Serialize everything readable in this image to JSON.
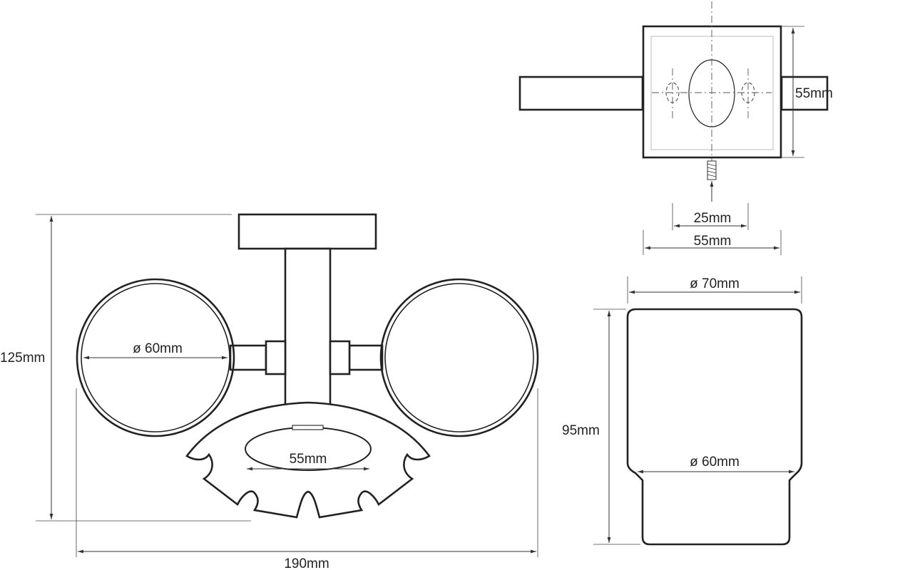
{
  "dimensions": {
    "mount_height": "55mm",
    "hole_spacing": "25mm",
    "mount_width": "55mm",
    "cup_top_diameter": "ø 70mm",
    "cup_height": "95mm",
    "cup_bottom_diameter": "ø 60mm",
    "ring_diameter": "ø 60mm",
    "soap_dish_width": "55mm",
    "total_height": "125mm",
    "total_width": "190mm"
  }
}
